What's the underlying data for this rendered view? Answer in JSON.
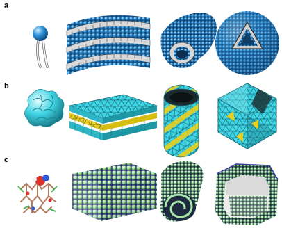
{
  "panels": [
    {
      "label": "a",
      "colors": {
        "primary": "#2a8fd6",
        "light": "#7fc3f0",
        "dark": "#124c7c",
        "tail": "#f2f2f2"
      }
    },
    {
      "label": "b",
      "colors": {
        "primary": "#34cfe0",
        "light": "#a8f0f7",
        "dark": "#197e8c",
        "accent": "#f2d21c"
      }
    },
    {
      "label": "c",
      "colors": {
        "primary": "#a9e7a9",
        "light": "#dcf7dc",
        "dark": "#4c8f55",
        "accent": "#3a3aa8"
      }
    }
  ]
}
